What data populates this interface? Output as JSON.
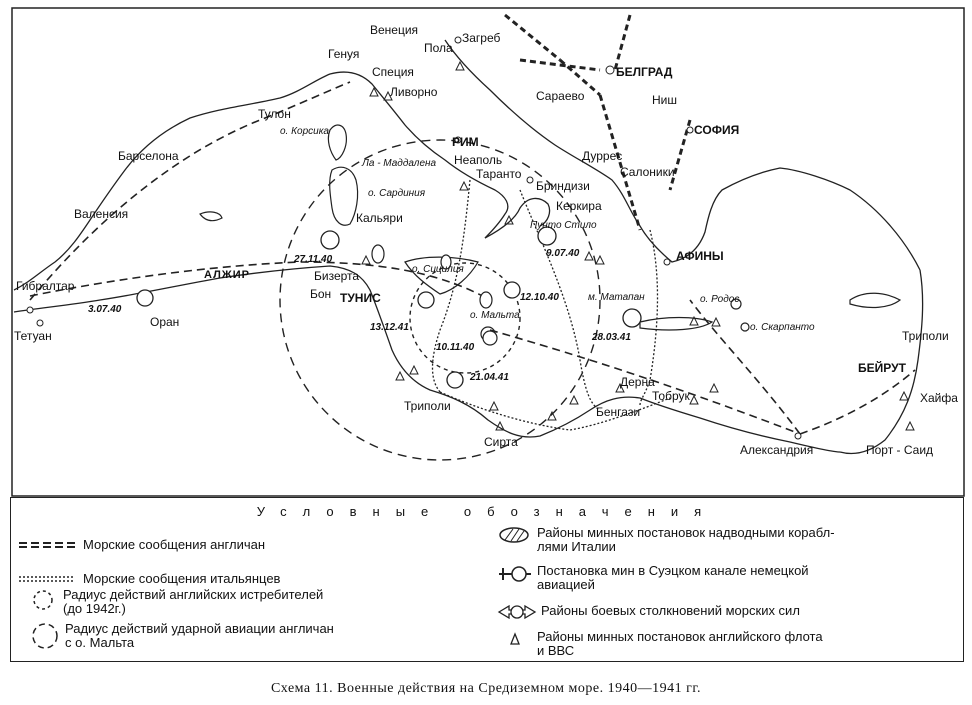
{
  "map": {
    "cities": [
      {
        "id": "venice",
        "name": "Венеция"
      },
      {
        "id": "genoa",
        "name": "Генуя"
      },
      {
        "id": "pola",
        "name": "Пола"
      },
      {
        "id": "zagreb",
        "name": "Загреб"
      },
      {
        "id": "belgrade",
        "name": "БЕЛГРАД"
      },
      {
        "id": "spezia",
        "name": "Специя"
      },
      {
        "id": "livorno",
        "name": "Ливорно"
      },
      {
        "id": "sarajevo",
        "name": "Сараево"
      },
      {
        "id": "nish",
        "name": "Ниш"
      },
      {
        "id": "toulon",
        "name": "Тулон"
      },
      {
        "id": "sofia",
        "name": "СОФИЯ"
      },
      {
        "id": "rome",
        "name": "РИМ"
      },
      {
        "id": "barcelona",
        "name": "Барселона"
      },
      {
        "id": "naples",
        "name": "Неаполь"
      },
      {
        "id": "durres",
        "name": "Дуррес"
      },
      {
        "id": "taranto",
        "name": "Таранто"
      },
      {
        "id": "thessaloniki",
        "name": "Салоники"
      },
      {
        "id": "brindisi",
        "name": "Бриндизи"
      },
      {
        "id": "valencia",
        "name": "Валенсия"
      },
      {
        "id": "cagliari",
        "name": "Кальяри"
      },
      {
        "id": "kerkyra",
        "name": "Керкира"
      },
      {
        "id": "athens",
        "name": "АФИНЫ"
      },
      {
        "id": "gibraltar",
        "name": "Гибралтар"
      },
      {
        "id": "bizerte",
        "name": "Бизерта"
      },
      {
        "id": "bon",
        "name": "Бон"
      },
      {
        "id": "tunis",
        "name": "ТУНИС"
      },
      {
        "id": "oran",
        "name": "Оран"
      },
      {
        "id": "tetuan",
        "name": "Тетуан"
      },
      {
        "id": "tripoli_leb",
        "name": "Триполи"
      },
      {
        "id": "beirut",
        "name": "БЕЙРУТ"
      },
      {
        "id": "haifa",
        "name": "Хайфа"
      },
      {
        "id": "derna",
        "name": "Дерна"
      },
      {
        "id": "tripoli",
        "name": "Триполи"
      },
      {
        "id": "tobruk",
        "name": "Тобрук"
      },
      {
        "id": "benghazi",
        "name": "Бенгази"
      },
      {
        "id": "sirte",
        "name": "Сирта"
      },
      {
        "id": "alexandria",
        "name": "Александрия"
      },
      {
        "id": "port_said",
        "name": "Порт - Саид"
      }
    ],
    "countries": [
      {
        "id": "algeria",
        "name": "АЛЖИР"
      }
    ],
    "islands": [
      {
        "id": "corsica",
        "name": "о. Корсика"
      },
      {
        "id": "maddalena",
        "name": "Ла - Маддалена"
      },
      {
        "id": "sardinia",
        "name": "о. Сардиния"
      },
      {
        "id": "sicily",
        "name": "о. Сицилия"
      },
      {
        "id": "malta",
        "name": "о. Мальта"
      },
      {
        "id": "rhodes",
        "name": "о. Родос"
      },
      {
        "id": "scarpanto",
        "name": "о. Скарпанто"
      },
      {
        "id": "matapan",
        "name": "м. Матапан"
      },
      {
        "id": "punta_stilo",
        "name": "Пунто Стило"
      }
    ],
    "events": [
      {
        "id": "e1",
        "date": "27.11.40"
      },
      {
        "id": "e2",
        "date": "9.07.40"
      },
      {
        "id": "e3",
        "date": "3.07.40"
      },
      {
        "id": "e4",
        "date": "12.10.40"
      },
      {
        "id": "e5",
        "date": "13.12.41"
      },
      {
        "id": "e6",
        "date": "10.11.40"
      },
      {
        "id": "e7",
        "date": "28.03.41"
      },
      {
        "id": "e8",
        "date": "21.04.41"
      }
    ]
  },
  "legend": {
    "title": "Условные обозначения",
    "items": [
      {
        "id": "british_routes",
        "text": "Морские сообщения англичан"
      },
      {
        "id": "italian_routes",
        "text": "Морские сообщения итальянцев"
      },
      {
        "id": "fighter_radius",
        "text": "Радиус действий английских истребителей\n(до 1942г.)"
      },
      {
        "id": "bomber_radius",
        "text": "Радиус действий ударной авиации англичан\nс о. Мальта"
      },
      {
        "id": "italian_mines",
        "text": "Районы минных постановок надводными корабл-\nлями Италии"
      },
      {
        "id": "suez_mines",
        "text": "Постановка мин в Суэцком канале немецкой\nавиацией"
      },
      {
        "id": "naval_battles",
        "text": "Районы боевых столкновений морских сил"
      },
      {
        "id": "british_mines",
        "text": "Районы минных постановок английского флота\nи ВВС"
      }
    ]
  },
  "caption": "Схема 11. Военные действия на Средиземном море. 1940—1941 гг."
}
